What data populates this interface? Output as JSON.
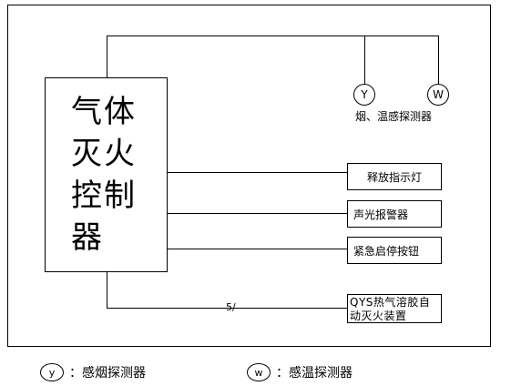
{
  "controller": {
    "title": "气体灭火控制器"
  },
  "detectors": {
    "smoke": {
      "symbol": "Y"
    },
    "heat": {
      "symbol": "W"
    },
    "caption": "烟、温感探测器"
  },
  "devices": {
    "release_indicator": "释放指示灯",
    "sound_light_alarm": "声光报警器",
    "emergency_start_stop": "紧急启停按钮",
    "extinguishing_device": "QYS热气溶胶自动灭火装置"
  },
  "cable_label": "5/",
  "legend": [
    {
      "symbol": "y",
      "text": "：感烟探测器"
    },
    {
      "symbol": "w",
      "text": "：感温探测器"
    }
  ]
}
